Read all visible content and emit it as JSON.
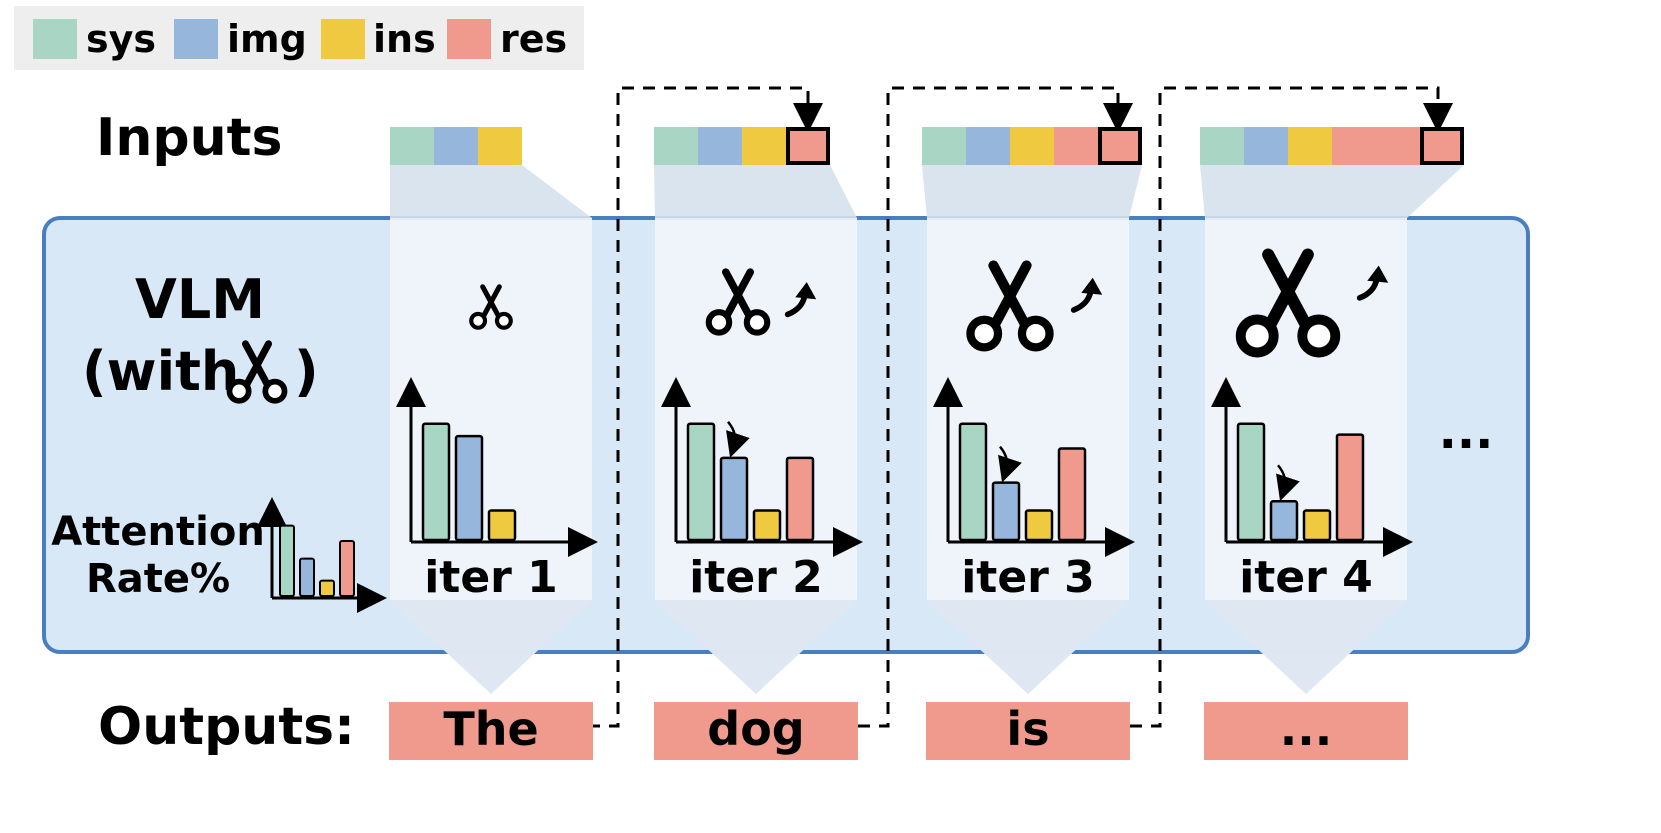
{
  "legend": {
    "items": [
      {
        "label": "sys",
        "color": "#a8d5c4"
      },
      {
        "label": "img",
        "color": "#97b6dc"
      },
      {
        "label": "ins",
        "color": "#efc93f"
      },
      {
        "label": "res",
        "color": "#ef9a8c"
      }
    ]
  },
  "labels": {
    "inputs": "Inputs",
    "vlm": "VLM",
    "with_open": "(with",
    "with_close": ")",
    "attention_line1": "Attention",
    "attention_line2": "Rate%",
    "outputs": "Outputs:",
    "ellipsis": "..."
  },
  "colors": {
    "panel_fill": "#d9e8f6",
    "panel_border": "#4a7fbf",
    "column_fill": "#f0f4f9",
    "funnel_fill": "#d6e1ec",
    "output_fill": "#ef9a8c"
  },
  "iterations": [
    {
      "label": "iter 1",
      "output": "The",
      "inputs": [
        "sys",
        "img",
        "ins"
      ],
      "highlight_last": false,
      "scissors_icon": "scissors-icon",
      "show_arrow": false
    },
    {
      "label": "iter 2",
      "output": "dog",
      "inputs": [
        "sys",
        "img",
        "ins",
        "res"
      ],
      "highlight_last": true,
      "scissors_icon": "scissors-icon",
      "show_arrow": true
    },
    {
      "label": "iter 3",
      "output": "is",
      "inputs": [
        "sys",
        "img",
        "ins",
        "res",
        "res"
      ],
      "highlight_last": true,
      "scissors_icon": "scissors-icon",
      "show_arrow": true
    },
    {
      "label": "iter 4",
      "output": "...",
      "inputs": [
        "sys",
        "img",
        "ins",
        "res",
        "res",
        "res"
      ],
      "highlight_last": true,
      "scissors_icon": "scissors-icon",
      "show_arrow": true
    }
  ],
  "chart_data": [
    {
      "type": "bar",
      "categories": [
        "sys",
        "img",
        "ins",
        "res"
      ],
      "values": [
        0.64,
        0.34,
        0.14,
        0.5
      ],
      "note": "legend mini chart"
    },
    {
      "type": "bar",
      "categories": [
        "sys",
        "img",
        "ins"
      ],
      "values": [
        0.75,
        0.67,
        0.19
      ]
    },
    {
      "type": "bar",
      "categories": [
        "sys",
        "img",
        "ins",
        "res"
      ],
      "values": [
        0.75,
        0.53,
        0.19,
        0.53
      ]
    },
    {
      "type": "bar",
      "categories": [
        "sys",
        "img",
        "ins",
        "res"
      ],
      "values": [
        0.75,
        0.37,
        0.19,
        0.59
      ]
    },
    {
      "type": "bar",
      "categories": [
        "sys",
        "img",
        "ins",
        "res"
      ],
      "values": [
        0.75,
        0.25,
        0.19,
        0.68
      ]
    }
  ]
}
